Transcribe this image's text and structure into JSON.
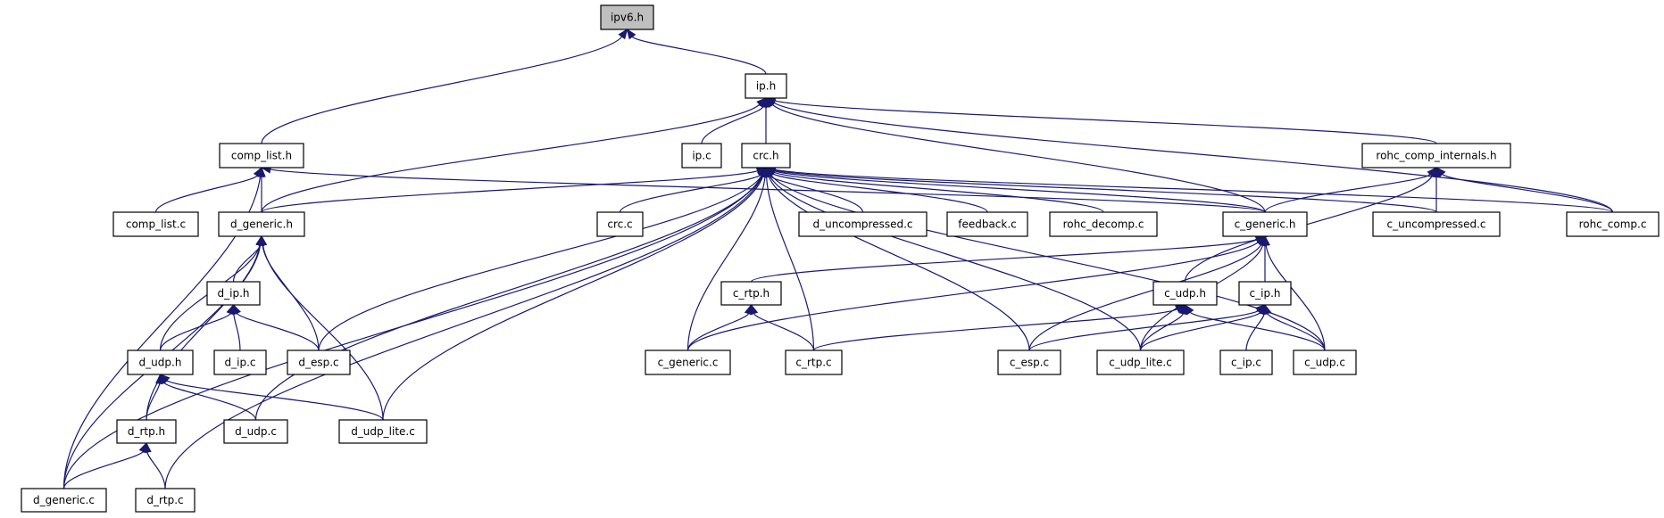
{
  "colors": {
    "edge": "#191970",
    "highlight_fill": "#bfbfbf",
    "node_fill": "#ffffff",
    "border": "#000000"
  },
  "root": "ipv6.h",
  "nodes": [
    "ipv6.h",
    "ip.h",
    "comp_list.h",
    "ip.c",
    "crc.h",
    "rohc_comp_internals.h",
    "comp_list.c",
    "d_generic.h",
    "crc.c",
    "d_uncompressed.c",
    "feedback.c",
    "rohc_decomp.c",
    "c_generic.h",
    "c_uncompressed.c",
    "rohc_comp.c",
    "d_ip.h",
    "c_rtp.h",
    "c_udp.h",
    "c_ip.h",
    "d_udp.h",
    "d_ip.c",
    "d_esp.c",
    "c_generic.c",
    "c_rtp.c",
    "c_esp.c",
    "c_udp_lite.c",
    "c_ip.c",
    "c_udp.c",
    "d_rtp.h",
    "d_udp.c",
    "d_udp_lite.c",
    "d_generic.c",
    "d_rtp.c"
  ],
  "edges": [
    [
      "comp_list.h",
      "ipv6.h"
    ],
    [
      "ip.h",
      "ipv6.h"
    ],
    [
      "d_generic.h",
      "ip.h"
    ],
    [
      "ip.c",
      "ip.h"
    ],
    [
      "crc.h",
      "ip.h"
    ],
    [
      "c_generic.h",
      "ip.h"
    ],
    [
      "rohc_comp_internals.h",
      "ip.h"
    ],
    [
      "rohc_comp.c",
      "ip.h"
    ],
    [
      "comp_list.c",
      "comp_list.h"
    ],
    [
      "d_generic.h",
      "comp_list.h"
    ],
    [
      "d_generic.c",
      "comp_list.h"
    ],
    [
      "c_generic.h",
      "comp_list.h"
    ],
    [
      "d_generic.h",
      "crc.h"
    ],
    [
      "crc.c",
      "crc.h"
    ],
    [
      "d_uncompressed.c",
      "crc.h"
    ],
    [
      "feedback.c",
      "crc.h"
    ],
    [
      "rohc_decomp.c",
      "crc.h"
    ],
    [
      "c_generic.h",
      "crc.h"
    ],
    [
      "c_uncompressed.c",
      "crc.h"
    ],
    [
      "rohc_comp.c",
      "crc.h"
    ],
    [
      "d_esp.c",
      "crc.h"
    ],
    [
      "d_udp.c",
      "crc.h"
    ],
    [
      "d_udp_lite.c",
      "crc.h"
    ],
    [
      "d_generic.c",
      "crc.h"
    ],
    [
      "d_rtp.c",
      "crc.h"
    ],
    [
      "c_generic.c",
      "crc.h"
    ],
    [
      "c_rtp.c",
      "crc.h"
    ],
    [
      "c_esp.c",
      "crc.h"
    ],
    [
      "c_udp_lite.c",
      "crc.h"
    ],
    [
      "c_udp.c",
      "crc.h"
    ],
    [
      "c_generic.h",
      "rohc_comp_internals.h"
    ],
    [
      "c_uncompressed.c",
      "rohc_comp_internals.h"
    ],
    [
      "rohc_comp.c",
      "rohc_comp_internals.h"
    ],
    [
      "c_udp.h",
      "rohc_comp_internals.h"
    ],
    [
      "d_ip.h",
      "d_generic.h"
    ],
    [
      "d_udp.h",
      "d_generic.h"
    ],
    [
      "d_rtp.h",
      "d_generic.h"
    ],
    [
      "d_esp.c",
      "d_generic.h"
    ],
    [
      "d_udp_lite.c",
      "d_generic.h"
    ],
    [
      "d_generic.c",
      "d_generic.h"
    ],
    [
      "d_udp.h",
      "d_ip.h"
    ],
    [
      "d_ip.c",
      "d_ip.h"
    ],
    [
      "d_esp.c",
      "d_ip.h"
    ],
    [
      "d_rtp.h",
      "d_udp.h"
    ],
    [
      "d_udp.c",
      "d_udp.h"
    ],
    [
      "d_udp_lite.c",
      "d_udp.h"
    ],
    [
      "d_generic.c",
      "d_rtp.h"
    ],
    [
      "d_rtp.c",
      "d_rtp.h"
    ],
    [
      "c_rtp.h",
      "c_generic.h"
    ],
    [
      "c_generic.c",
      "c_generic.h"
    ],
    [
      "c_esp.c",
      "c_generic.h"
    ],
    [
      "c_udp_lite.c",
      "c_generic.h"
    ],
    [
      "c_ip.h",
      "c_generic.h"
    ],
    [
      "c_udp.c",
      "c_generic.h"
    ],
    [
      "c_generic.c",
      "c_rtp.h"
    ],
    [
      "c_rtp.c",
      "c_rtp.h"
    ],
    [
      "c_rtp.c",
      "c_udp.h"
    ],
    [
      "c_udp_lite.c",
      "c_udp.h"
    ],
    [
      "c_udp.c",
      "c_udp.h"
    ],
    [
      "c_esp.c",
      "c_ip.h"
    ],
    [
      "c_udp_lite.c",
      "c_ip.h"
    ],
    [
      "c_ip.c",
      "c_ip.h"
    ],
    [
      "c_udp.c",
      "c_ip.h"
    ]
  ]
}
